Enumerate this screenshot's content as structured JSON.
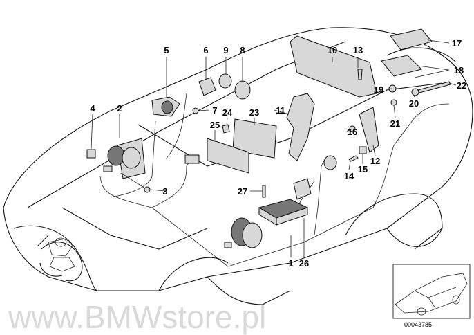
{
  "diagram": {
    "part_labels": [
      "1",
      "2",
      "3",
      "4",
      "5",
      "6",
      "7",
      "8",
      "9",
      "10",
      "11",
      "12",
      "13",
      "14",
      "15",
      "16",
      "17",
      "18",
      "19",
      "20",
      "21",
      "22",
      "23",
      "24",
      "25",
      "26",
      "27"
    ],
    "watermark": "www.BMWstore.pl",
    "thumbnail_code": "00043785",
    "colors": {
      "line": "#111111",
      "watermark": "#bbbbbb",
      "background": "#ffffff"
    }
  }
}
